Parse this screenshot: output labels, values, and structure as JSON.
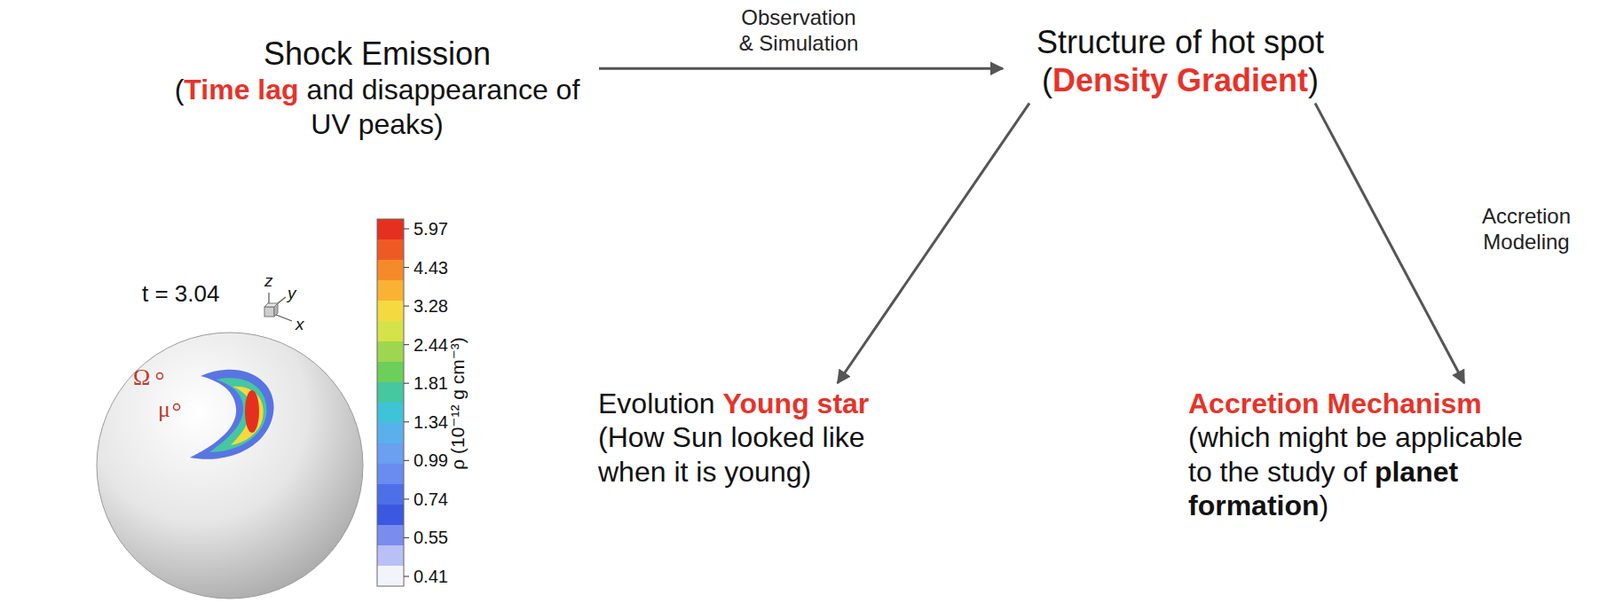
{
  "diagram": {
    "nodes": [
      {
        "text": [
          "Shock Emission",
          "(Time lag and disappearance of UV peaks)"
        ]
      },
      {
        "text": [
          "Structure of hot spot",
          "(Density Gradient)"
        ]
      },
      {
        "text": [
          "Evolution Young star",
          "(How Sun looked like when it is young)"
        ]
      },
      {
        "text": [
          "Accretion Mechanism",
          "(which might be applicable to the study of planet formation)"
        ]
      }
    ],
    "edges": [
      {
        "from": 0,
        "to": 1,
        "label": "Observation & Simulation",
        "arrow": "to"
      },
      {
        "from": 1,
        "to": 2,
        "arrow": "to"
      },
      {
        "from": 1,
        "to": 3,
        "label": "Accretion Modeling",
        "arrow": "to"
      }
    ],
    "labels": [
      "t = 3.04",
      "z",
      "y",
      "x",
      "Ω",
      "μ",
      "5.97",
      "4.43",
      "3.28",
      "2.44",
      "1.81",
      "1.34",
      "0.99",
      "0.74",
      "0.55",
      "0.41",
      "ρ (10⁻¹² g cm⁻³)"
    ]
  }
}
